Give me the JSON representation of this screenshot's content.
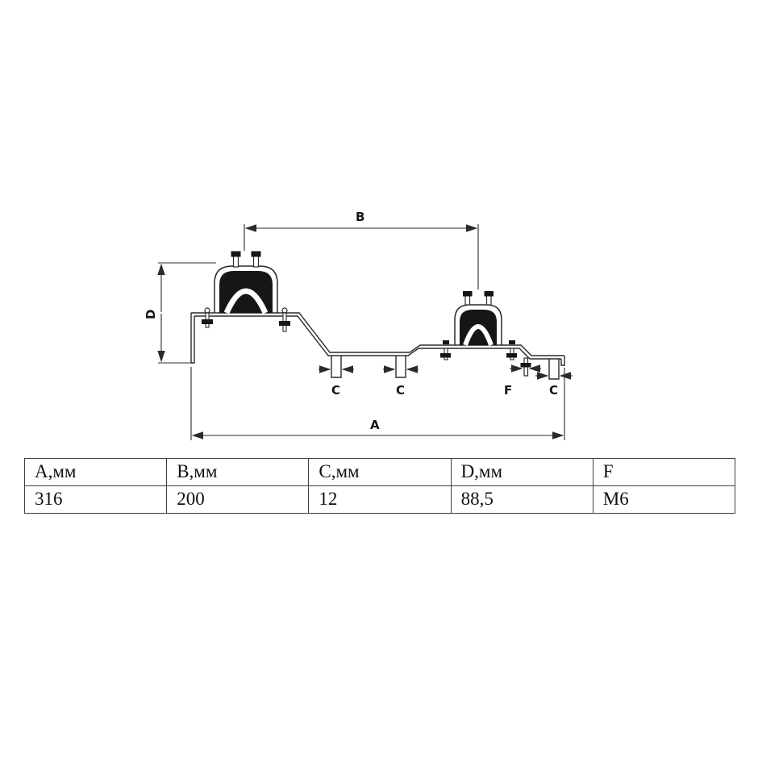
{
  "drawing": {
    "title": "pipe-clamp bracket dimensional drawing",
    "dim_labels": {
      "a": "A",
      "b": "B",
      "c": "C",
      "d": "D",
      "f": "F"
    },
    "line_color": "#2b2b2b",
    "fill_color": "#161616"
  },
  "table": {
    "columns": [
      {
        "header": "А,мм",
        "value": "316"
      },
      {
        "header": "В,мм",
        "value": "200"
      },
      {
        "header": "С,мм",
        "value": "12"
      },
      {
        "header": "D,мм",
        "value": "88,5"
      },
      {
        "header": "F",
        "value": "М6"
      }
    ]
  }
}
